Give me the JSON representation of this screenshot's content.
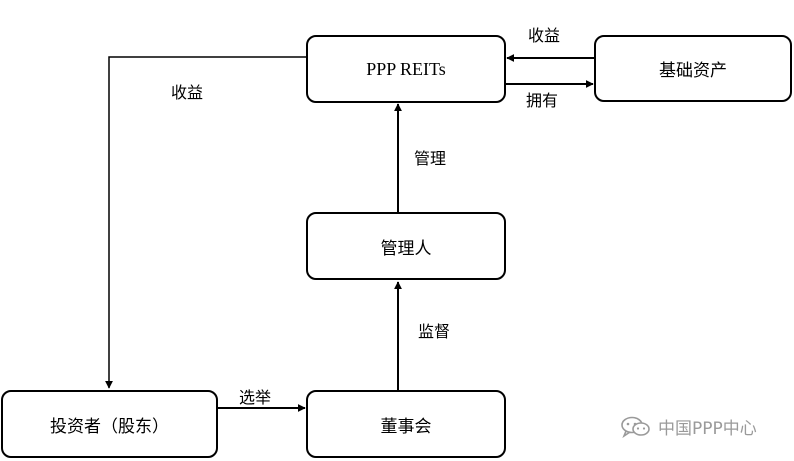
{
  "nodes": {
    "reits": "PPP REITs",
    "assets": "基础资产",
    "manager": "管理人",
    "investors": "投资者（股东）",
    "board": "董事会"
  },
  "edges": {
    "income_top": "收益",
    "own": "拥有",
    "income_left": "收益",
    "manage": "管理",
    "supervise": "监督",
    "elect": "选举"
  },
  "watermark": {
    "text": "中国PPP中心",
    "icon": "wechat-icon"
  }
}
